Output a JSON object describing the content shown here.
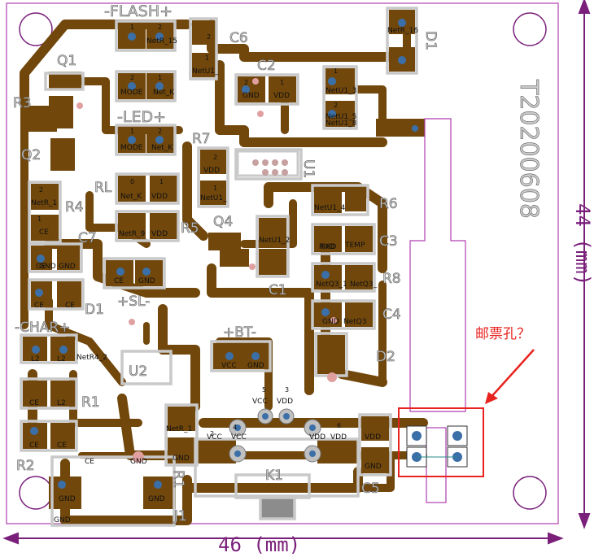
{
  "board": {
    "version_text": "T20200608",
    "silk": {
      "flash": "-FLASH+",
      "led": "-LED+",
      "sl": "+SL-",
      "bt": "+BT-",
      "char": "-CHAR+"
    },
    "designators": [
      "D1",
      "C6",
      "C2",
      "Q1",
      "R3",
      "Q2",
      "R4",
      "R7",
      "U1",
      "RL",
      "R6",
      "C3",
      "R5",
      "Q4",
      "C7",
      "R8",
      "C1",
      "C4",
      "D1",
      "D2",
      "U2",
      "R1",
      "R2",
      "K1",
      "R1",
      "J1",
      "C5"
    ],
    "pin_labels": [
      "NetU1_3",
      "NetR_15",
      "NetR_16",
      "NetU1_",
      "GND",
      "VDD",
      "MODE",
      "Net_K",
      "NetU1_8",
      "NetU1_5",
      "MODE",
      "Net_K",
      "VDD",
      "NetR_1",
      "Net_K",
      "VDD",
      "NetU1_",
      "NetR_9",
      "VDD",
      "CE",
      "NetU1_4",
      "RXD",
      "NetU1_2",
      "RXD",
      "TEMP",
      "CE",
      "GND",
      "GND",
      "CE",
      "GND",
      "NetQ3_1",
      "NetQ3_",
      "CE",
      "CE",
      "GND",
      "NetQ3",
      "L2",
      "L2",
      "NetR4_2",
      "VCC",
      "GND",
      "CE",
      "L2",
      "VCC",
      "VDD",
      "CE",
      "CE",
      "NetR_1",
      "VCC",
      "VCC",
      "VDD",
      "VDD",
      "GND",
      "VDD",
      "GND",
      "CE",
      "GND",
      "GND",
      "GND",
      "GND"
    ],
    "pin_numbers": [
      "1",
      "2",
      "2",
      "1",
      "2",
      "1",
      "2",
      "1",
      "1",
      "2",
      "1",
      "2",
      "2",
      "1",
      "2",
      "1",
      "0",
      "1",
      "2",
      "4",
      "5",
      "3",
      "6"
    ]
  },
  "dimensions": {
    "width_label": "46 (mm)",
    "height_label": "44 (mm)"
  },
  "annotation": {
    "text": "邮票孔？"
  },
  "colors": {
    "copper": "#71470c",
    "silkscreen": "#c9c9c9",
    "pad": "#3b6fa8",
    "dimension": "#7a1f7a",
    "annotation": "#e8231f",
    "outline": "#b03fb0"
  }
}
